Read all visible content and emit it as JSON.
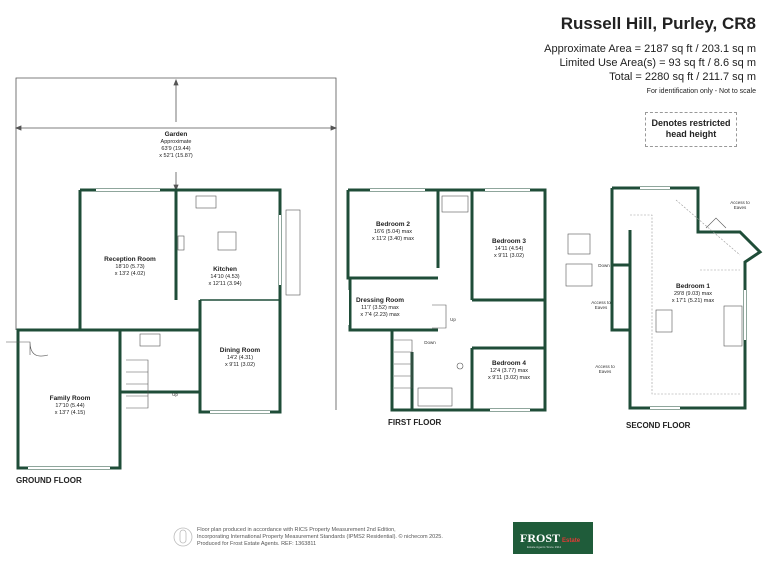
{
  "header": {
    "title": "Russell Hill, Purley, CR8",
    "approx_area": "Approximate Area = 2187 sq ft / 203.1 sq m",
    "limited_area": "Limited Use Area(s) = 93 sq ft / 8.6 sq m",
    "total_area": "Total = 2280 sq ft / 211.7 sq m",
    "note": "For identification only - Not to scale"
  },
  "legend": {
    "restricted_line1": "Denotes restricted",
    "restricted_line2": "head height"
  },
  "garden": {
    "name": "Garden",
    "line1": "Approximate",
    "line2": "63'9 (19.44)",
    "line3": "x 52'1 (15.87)"
  },
  "ground_floor": {
    "label": "GROUND FLOOR",
    "reception": {
      "name": "Reception Room",
      "line1": "18'10 (5.73)",
      "line2": "x 13'2 (4.02)"
    },
    "kitchen": {
      "name": "Kitchen",
      "line1": "14'10 (4.53)",
      "line2": "x 12'11 (3.94)"
    },
    "dining": {
      "name": "Dining Room",
      "line1": "14'2 (4.31)",
      "line2": "x 9'11 (3.02)"
    },
    "family": {
      "name": "Family Room",
      "line1": "17'10 (5.44)",
      "line2": "x 13'7 (4.15)"
    },
    "stair_up": "Up"
  },
  "first_floor": {
    "label": "FIRST FLOOR",
    "bedroom2": {
      "name": "Bedroom 2",
      "line1": "16'6 (5.04) max",
      "line2": "x 11'2 (3.40) max"
    },
    "bedroom3": {
      "name": "Bedroom 3",
      "line1": "14'11 (4.54)",
      "line2": "x 9'11 (3.02)"
    },
    "dressing": {
      "name": "Dressing Room",
      "line1": "11'7 (3.52) max",
      "line2": "x 7'4 (2.23) max"
    },
    "bedroom4": {
      "name": "Bedroom 4",
      "line1": "12'4 (3.77) max",
      "line2": "x 9'11 (3.02) max"
    },
    "stair_up": "Up",
    "stair_down": "Down"
  },
  "second_floor": {
    "label": "SECOND FLOOR",
    "bedroom1": {
      "name": "Bedroom 1",
      "line1": "29'8 (9.03) max",
      "line2": "x 17'1 (5.21) max"
    },
    "stair_down": "Down",
    "eaves_top_1": "Access to",
    "eaves_top_2": "Eaves",
    "eaves_left_1": "Access to",
    "eaves_left_2": "Eaves",
    "eaves_bottom_1": "Access to",
    "eaves_bottom_2": "Eaves"
  },
  "footer": {
    "line1": "Floor plan produced in accordance with RICS Property Measurement 2nd Edition,",
    "line2": "Incorporating International Property Measurement Standards (IPMS2 Residential). © nichecom 2025.",
    "line3": "Produced for Frost Estate Agents.   REF:  1363811"
  },
  "logo": {
    "text": "FROST",
    "sub": "Estate",
    "tagline": "Estate Agents Since 1911"
  },
  "colors": {
    "wall": "#1f4d38",
    "line": "#555555",
    "accent": "#e53935"
  }
}
